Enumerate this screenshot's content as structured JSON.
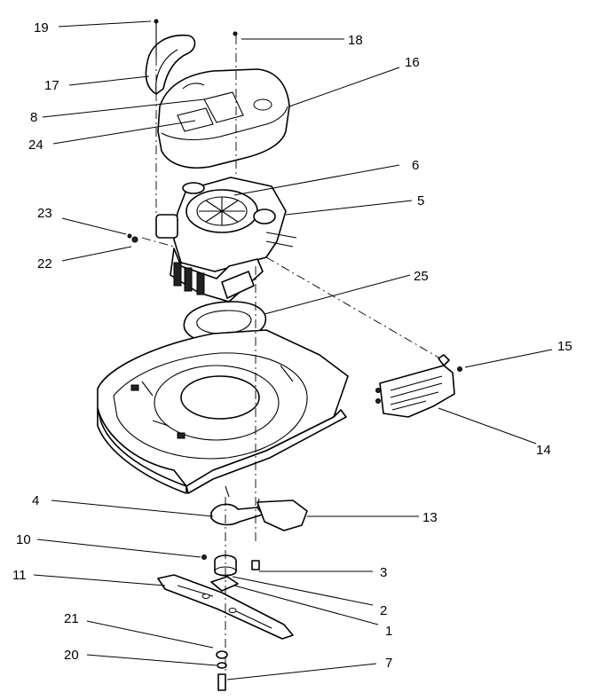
{
  "callouts": {
    "c1": "1",
    "c2": "2",
    "c3": "3",
    "c4": "4",
    "c5": "5",
    "c6": "6",
    "c7": "7",
    "c8": "8",
    "c10": "10",
    "c11": "11",
    "c13": "13",
    "c14": "14",
    "c15": "15",
    "c16": "16",
    "c17": "17",
    "c18": "18",
    "c19": "19",
    "c20": "20",
    "c21": "21",
    "c22": "22",
    "c23": "23",
    "c24": "24",
    "c25": "25"
  },
  "icons": {
    "engine-cover": "engine-cover-icon",
    "engine": "engine-icon",
    "mower-deck": "mower-deck-icon",
    "blade": "blade-icon",
    "rear-guard": "rear-guard-icon"
  }
}
